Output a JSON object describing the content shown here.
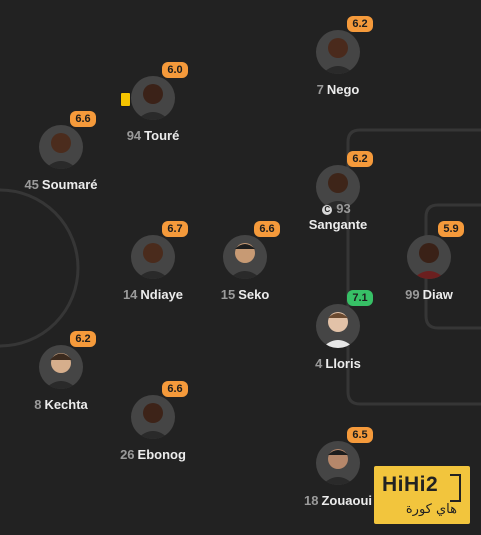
{
  "colors": {
    "background": "#222222",
    "pitch_lines": "#3a3a3a",
    "rating_orange": "#f59a3b",
    "rating_green": "#37c066",
    "yellow_card": "#f5c400"
  },
  "players": [
    {
      "number": "7",
      "name": "Nego",
      "rating": "6.2",
      "rating_color": "#f59a3b"
    },
    {
      "number": "94",
      "name": "Touré",
      "rating": "6.0",
      "rating_color": "#f59a3b",
      "yellow_card": true
    },
    {
      "number": "45",
      "name": "Soumaré",
      "rating": "6.6",
      "rating_color": "#f59a3b"
    },
    {
      "number": "93",
      "name": "Sangante",
      "rating": "6.2",
      "rating_color": "#f59a3b",
      "captain": true,
      "captain_mark": "C"
    },
    {
      "number": "14",
      "name": "Ndiaye",
      "rating": "6.7",
      "rating_color": "#f59a3b"
    },
    {
      "number": "15",
      "name": "Seko",
      "rating": "6.6",
      "rating_color": "#f59a3b"
    },
    {
      "number": "99",
      "name": "Diaw",
      "rating": "5.9",
      "rating_color": "#f59a3b"
    },
    {
      "number": "4",
      "name": "Lloris",
      "rating": "7.1",
      "rating_color": "#37c066"
    },
    {
      "number": "8",
      "name": "Kechta",
      "rating": "6.2",
      "rating_color": "#f59a3b"
    },
    {
      "number": "26",
      "name": "Ebonog",
      "rating": "6.6",
      "rating_color": "#f59a3b"
    },
    {
      "number": "18",
      "name": "Zouaoui",
      "rating": "6.5",
      "rating_color": "#f59a3b"
    }
  ],
  "watermark": {
    "main": "HiHi2",
    "sub": "هاي كورة"
  }
}
